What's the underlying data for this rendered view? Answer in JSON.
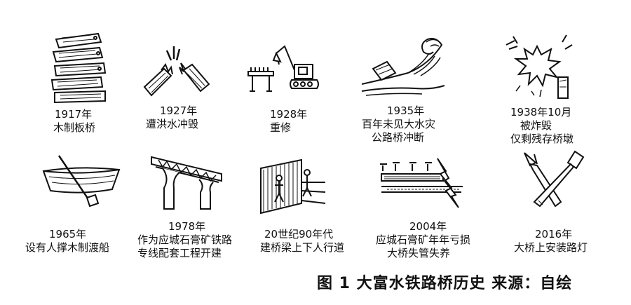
{
  "timeline": [
    {
      "year": "1917年",
      "lines": [
        "木制板桥"
      ],
      "icon": "wooden-planks-icon"
    },
    {
      "year": "1927年",
      "lines": [
        "遭洪水冲毁"
      ],
      "icon": "broken-bridge-icon"
    },
    {
      "year": "1928年",
      "lines": [
        "重修"
      ],
      "icon": "excavator-icon"
    },
    {
      "year": "1935年",
      "lines": [
        "百年未见大水灾",
        "公路桥冲断"
      ],
      "icon": "flood-wave-icon"
    },
    {
      "year": "1938年10月",
      "lines": [
        "被炸毁",
        "仅剩残存桥墩"
      ],
      "icon": "explosion-icon"
    },
    {
      "year": "1965年",
      "lines": [
        "设有人撑木制渡船"
      ],
      "icon": "ferry-boat-icon"
    },
    {
      "year": "1978年",
      "lines": [
        "作为应城石膏矿铁路",
        "专线配套工程开建"
      ],
      "icon": "truss-bridge-icon"
    },
    {
      "year": "",
      "lines": [
        "20世纪90年代",
        "建桥梁上下人行道"
      ],
      "icon": "pedestrian-walkway-icon"
    },
    {
      "year": "2004年",
      "lines": [
        "应城石膏矿年年亏损",
        "大桥失管失养"
      ],
      "icon": "damaged-bridge-icon"
    },
    {
      "year": "2016年",
      "lines": [
        "大桥上安装路灯"
      ],
      "icon": "tools-icon"
    }
  ],
  "caption": "图 1  大富水铁路桥历史  来源：自绘"
}
